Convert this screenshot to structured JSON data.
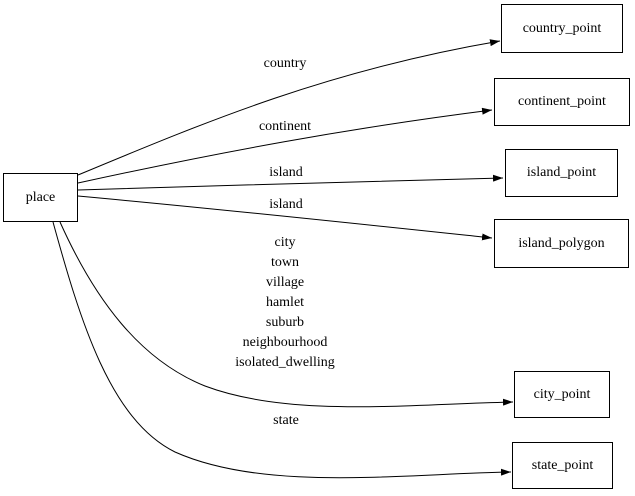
{
  "diagram": {
    "colors": {
      "background": "#ffffff",
      "line": "#000000",
      "text": "#000000"
    },
    "nodes": {
      "place": "place",
      "country_point": "country_point",
      "continent_point": "continent_point",
      "island_point": "island_point",
      "island_polygon": "island_polygon",
      "city_point": "city_point",
      "state_point": "state_point"
    },
    "edge_labels": {
      "country": "country",
      "continent": "continent",
      "island_to_point": "island",
      "island_to_polygon": "island",
      "city_group": [
        "city",
        "town",
        "village",
        "hamlet",
        "suburb",
        "neighbourhood",
        "isolated_dwelling"
      ],
      "state": "state"
    }
  }
}
